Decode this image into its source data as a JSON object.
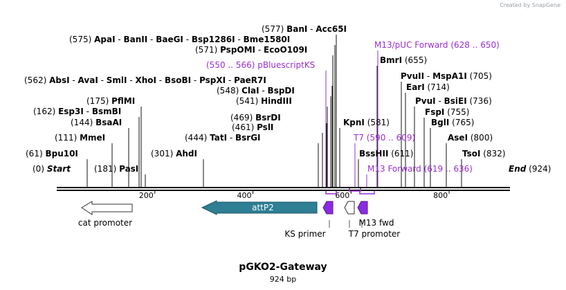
{
  "watermark": "Created by SnapGene",
  "plasmid": {
    "name": "pGKO2-Gateway",
    "size_label": "924 bp"
  },
  "colors": {
    "primer": "#8a2be2",
    "purple_text": "#9a2fd0",
    "attP2": "#2e7e94",
    "backbone": "#000000"
  },
  "ends": {
    "start_pos": "(0)",
    "start": "Start",
    "end": "End",
    "end_pos": "(924)"
  },
  "ruler_ticks": [
    "200",
    "400",
    "600",
    "800"
  ],
  "enzyme_rows": [
    [
      {
        "pos": "(577)",
        "name": "BanI",
        "sep": "-"
      },
      {
        "name": "Acc65I"
      }
    ],
    [
      {
        "pos": "(575)",
        "name": "ApaI",
        "sep": "-"
      },
      {
        "name": "BanII",
        "sep": "-"
      },
      {
        "name": "BaeGI",
        "sep": "-"
      },
      {
        "name": "Bsp1286I",
        "sep": "-"
      },
      {
        "name": "Bme1580I"
      }
    ],
    [
      {
        "pos": "(571)",
        "name": "PspOMI",
        "sep": "-"
      },
      {
        "name": "EcoO109I"
      }
    ],
    [
      {
        "pos": "(550 .. 566)",
        "name": "pBluescriptKS",
        "purple": true
      }
    ],
    [
      {
        "pos": "(562)",
        "name": "AbsI",
        "sep": "-"
      },
      {
        "name": "AvaI",
        "sep": "-"
      },
      {
        "name": "SmlI",
        "sep": "-"
      },
      {
        "name": "XhoI",
        "sep": "-"
      },
      {
        "name": "BsoBI",
        "sep": "-"
      },
      {
        "name": "PspXI",
        "sep": "-"
      },
      {
        "name": "PaeR7I"
      }
    ],
    [
      {
        "pos": "(548)",
        "name": "ClaI",
        "sep": "-"
      },
      {
        "name": "BspDI"
      }
    ],
    [
      {
        "pos": "(541)",
        "name": "HindIII"
      }
    ],
    [
      {
        "pos": "(469)",
        "name": "BsrDI"
      }
    ],
    [
      {
        "pos": "(461)",
        "name": "PslI"
      }
    ],
    [
      {
        "pos": "(444)",
        "name": "TatI",
        "sep": "-"
      },
      {
        "name": "BsrGI"
      }
    ],
    [
      {
        "pos": "(301)",
        "name": "AhdI"
      }
    ],
    [
      {
        "pos": "(175)",
        "name": "PflMI"
      }
    ],
    [
      {
        "pos": "(162)",
        "name": "Esp3I",
        "sep": "-"
      },
      {
        "name": "BsmBI"
      }
    ],
    [
      {
        "pos": "(144)",
        "name": "BsaAI"
      }
    ],
    [
      {
        "pos": "(111)",
        "name": "MmeI"
      }
    ],
    [
      {
        "pos": "(61)",
        "name": "Bpu10I"
      }
    ],
    [
      {
        "pos": "(181)",
        "name": "PasI"
      }
    ],
    [
      {
        "name": "KpnI",
        "pos": "(581)"
      }
    ],
    [
      {
        "name": "T7",
        "purple": true,
        "pos": "(590 .. 609)"
      }
    ],
    [
      {
        "name": "BssHII",
        "pos": "(611)"
      }
    ],
    [
      {
        "name": "M13 Forward",
        "purple": true,
        "pos": "(619 .. 636)"
      }
    ],
    [
      {
        "name": "M13/pUC Forward",
        "purple": true,
        "pos": "(628 .. 650)"
      }
    ],
    [
      {
        "name": "BmrI",
        "pos": "(655)"
      }
    ],
    [
      {
        "name": "PvuII",
        "sep": "-"
      },
      {
        "name": "MspA1I",
        "pos": "(705)"
      }
    ],
    [
      {
        "name": "EarI",
        "pos": "(714)"
      }
    ],
    [
      {
        "name": "PvuI",
        "sep": "-"
      },
      {
        "name": "BsiEI",
        "pos": "(736)"
      }
    ],
    [
      {
        "name": "FspI",
        "pos": "(755)"
      }
    ],
    [
      {
        "name": "BglI",
        "pos": "(765)"
      }
    ],
    [
      {
        "name": "AseI",
        "pos": "(800)"
      }
    ],
    [
      {
        "name": "TsoI",
        "pos": "(832)"
      }
    ]
  ],
  "features": {
    "cat_promoter": "cat promoter",
    "attP2": "attP2",
    "ks_primer": "KS primer",
    "t7_promoter": "T7 promoter",
    "m13_fwd": "M13 fwd"
  }
}
